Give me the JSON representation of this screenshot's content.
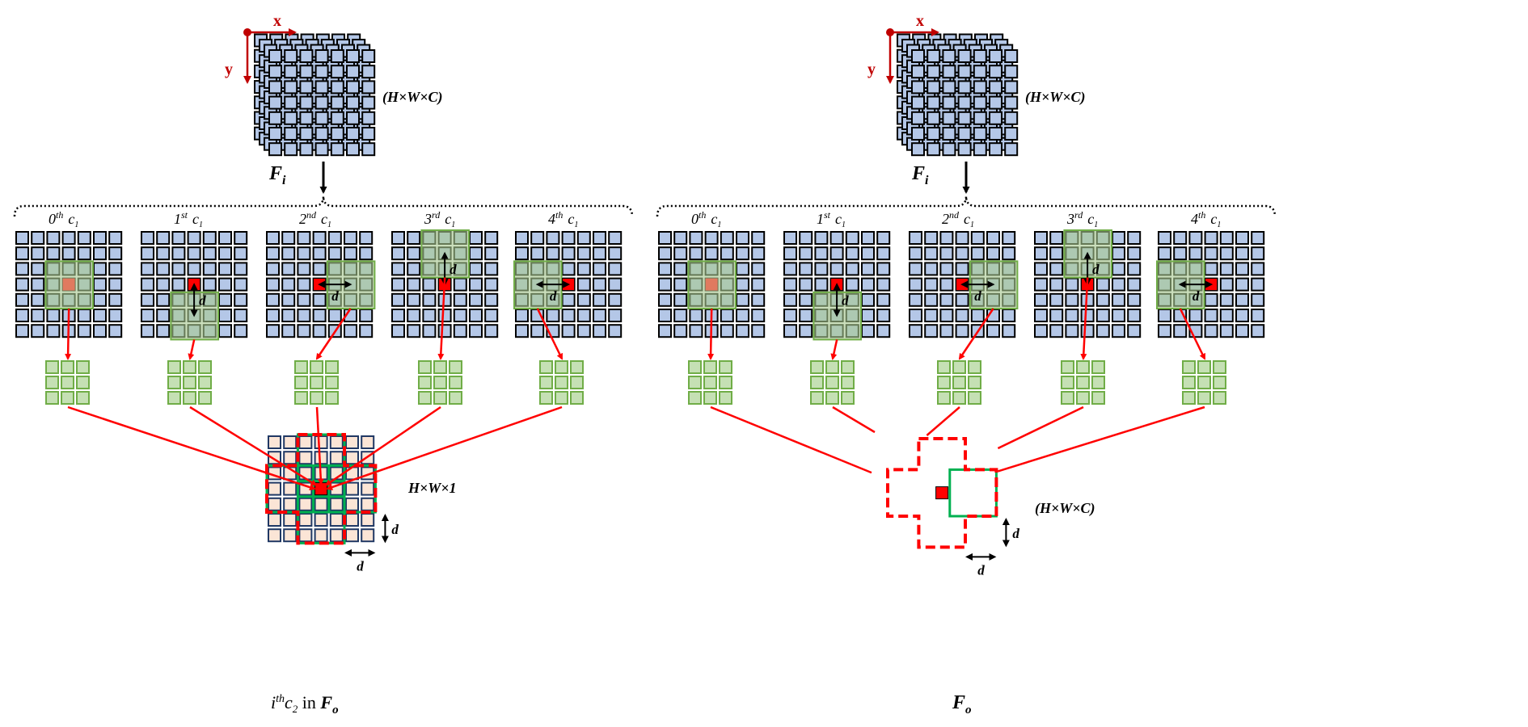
{
  "panels": [
    {
      "axis_x": "x",
      "axis_y": "y",
      "input_dims": "(H×W×C)",
      "input_name": "F",
      "input_sub": "i",
      "ordinals": [
        {
          "num": "0",
          "sup": "th",
          "var": "c",
          "sub": "1"
        },
        {
          "num": "1",
          "sup": "st",
          "var": "c",
          "sub": "1"
        },
        {
          "num": "2",
          "sup": "nd",
          "var": "c",
          "sub": "1"
        },
        {
          "num": "3",
          "sup": "rd",
          "var": "c",
          "sub": "1"
        },
        {
          "num": "4",
          "sup": "th",
          "var": "c",
          "sub": "1"
        }
      ],
      "d_label": "d",
      "output_dims": "H×W×1",
      "caption": {
        "pre": "i",
        "sup": "th",
        "var": "c",
        "sub": "2",
        "mid": " in ",
        "name": "F",
        "name_sub": "o"
      }
    },
    {
      "axis_x": "x",
      "axis_y": "y",
      "input_dims": "(H×W×C)",
      "input_name": "F",
      "input_sub": "i",
      "ordinals": [
        {
          "num": "0",
          "sup": "th",
          "var": "c",
          "sub": "1"
        },
        {
          "num": "1",
          "sup": "st",
          "var": "c",
          "sub": "1"
        },
        {
          "num": "2",
          "sup": "nd",
          "var": "c",
          "sub": "1"
        },
        {
          "num": "3",
          "sup": "rd",
          "var": "c",
          "sub": "1"
        },
        {
          "num": "4",
          "sup": "th",
          "var": "c",
          "sub": "1"
        }
      ],
      "d_label": "d",
      "output_dims": "(H×W×C)",
      "caption": {
        "name": "F",
        "name_sub": "o"
      }
    }
  ],
  "colors": {
    "input_cell": "#b4c7e7",
    "window": "#a9c98f",
    "window_stroke": "#70ad47",
    "kernel_cell": "#c5e0b4",
    "output_cell": "#fbe5d6",
    "output_stroke": "#203864",
    "accent_red": "#ff0000",
    "axis_red": "#c00000",
    "cross_green": "#00b050"
  }
}
